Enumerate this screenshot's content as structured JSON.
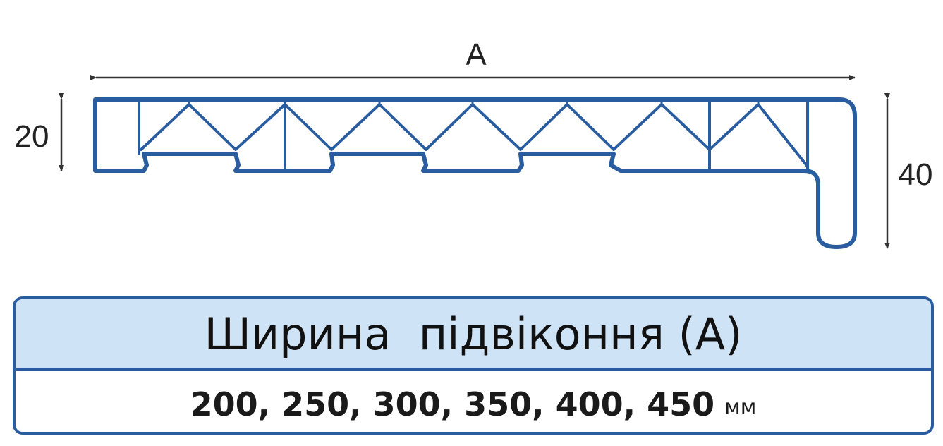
{
  "diagram": {
    "width_label": "A",
    "thickness_label": "20",
    "height_label": "40",
    "profile_color": "#2a5d9f",
    "dimension_color": "#333333"
  },
  "table": {
    "header": "Ширина  підвіконня (А)",
    "values": "200, 250, 300, 350, 400, 450",
    "unit": "мм",
    "header_bg": "#cfe3f6",
    "border_color": "#2a5d9f"
  }
}
